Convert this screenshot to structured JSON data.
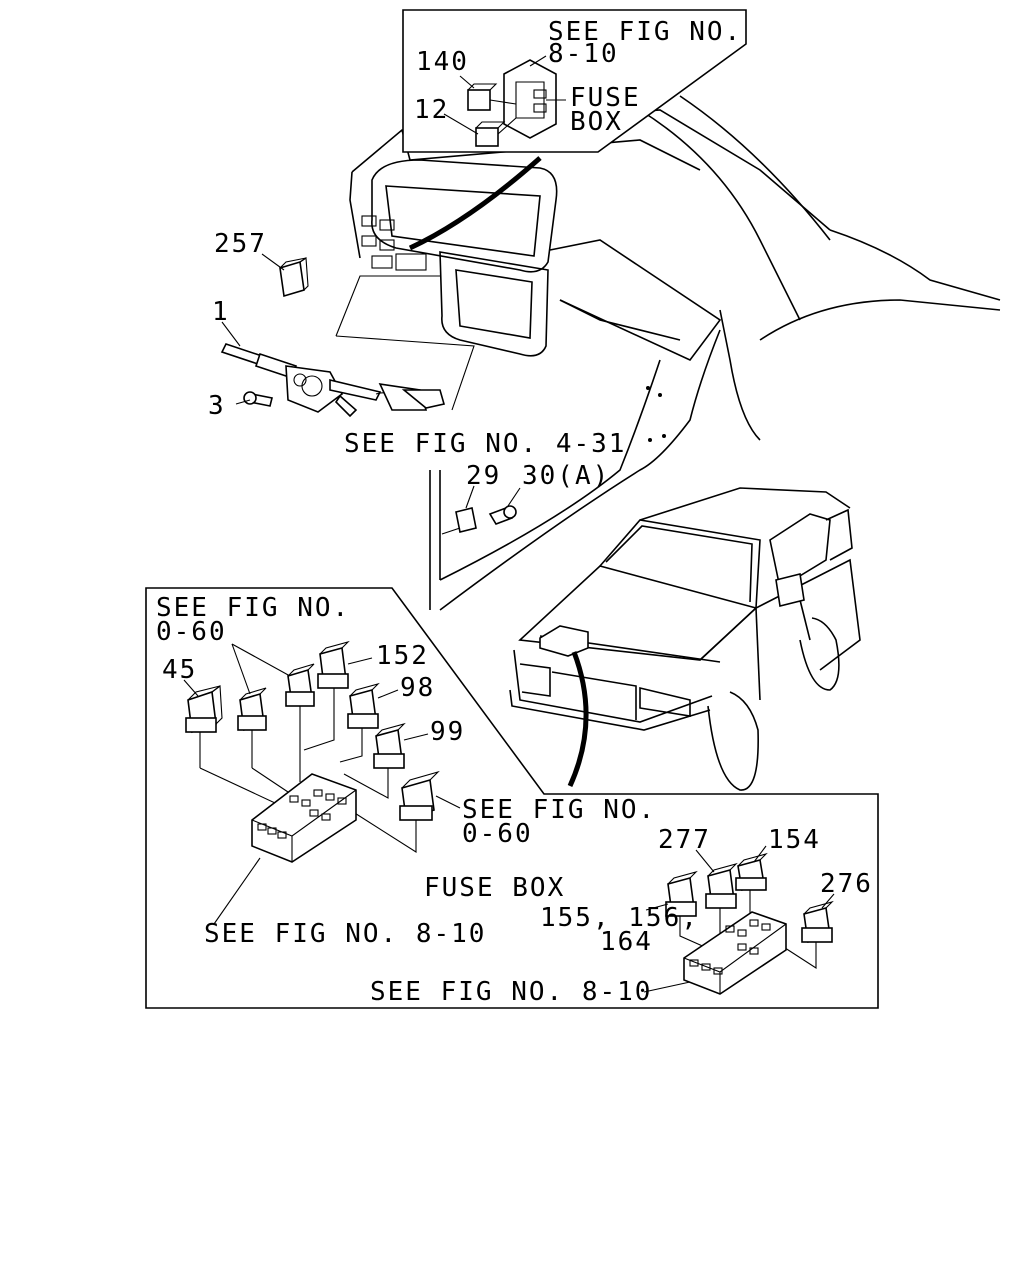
{
  "colors": {
    "line": "#000000",
    "background": "#ffffff"
  },
  "callouts": {
    "p140": "140",
    "p12": "12",
    "p257": "257",
    "p1": "1",
    "p3": "3",
    "p29": "29",
    "p30a": "30(A)",
    "p45": "45",
    "p152": "152",
    "p98": "98",
    "p99": "99",
    "p277": "277",
    "p154": "154",
    "p276": "276",
    "p155_156": "155, 156,",
    "p164": "164"
  },
  "references": {
    "top_see_fig_1": "SEE FIG NO.",
    "top_see_fig_2": "8-10",
    "top_fuse": "FUSE",
    "top_box": "BOX",
    "steering_ref": "SEE FIG NO. 4-31",
    "relay_ref_a_1": "SEE FIG NO.",
    "relay_ref_a_2": "0-60",
    "relay_ref_b_1": "SEE FIG NO.",
    "relay_ref_b_2": "0-60",
    "fuse_box_label": "FUSE BOX",
    "left_box_ref": "SEE FIG NO. 8-10",
    "right_box_ref": "SEE FIG NO. 8-10"
  }
}
